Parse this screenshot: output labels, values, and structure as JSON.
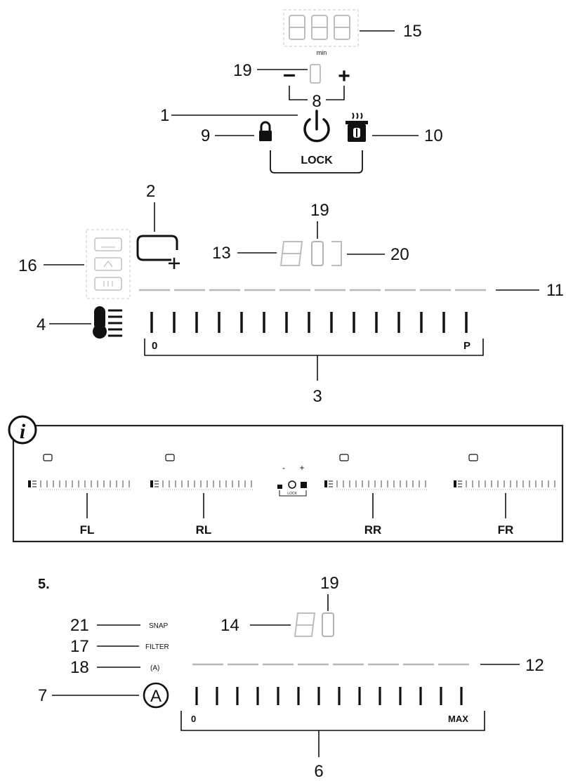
{
  "section1": {
    "callouts": {
      "c15": "15",
      "c19": "19",
      "c8": "8",
      "c1": "1",
      "c9": "9",
      "c10": "10",
      "c2": "2",
      "c16": "16",
      "c13": "13",
      "c20": "20",
      "c11": "11",
      "c4": "4",
      "c3": "3"
    },
    "minus": "–",
    "plus": "+",
    "lock_label": "LOCK",
    "timer_unit": "min",
    "slider_start": "0",
    "slider_end": "P"
  },
  "info_panel": {
    "icon_letter": "i",
    "zones": [
      "FL",
      "RL",
      "RR",
      "FR"
    ],
    "center_minus": "-",
    "center_plus": "+",
    "center_lock": "LOCK"
  },
  "section5": {
    "heading": "5.",
    "callouts": {
      "c19": "19",
      "c14": "14",
      "c21": "21",
      "c17": "17",
      "c18": "18",
      "c12": "12",
      "c7": "7",
      "c6": "6"
    },
    "snap_label": "SNAP",
    "filter_label": "FILTER",
    "auto_label": "(A)",
    "auto_button_letter": "A",
    "slider_start": "0",
    "slider_end": "MAX"
  },
  "colors": {
    "ink": "#111111",
    "faint": "#b5b5b5",
    "panel_border": "#222222"
  }
}
